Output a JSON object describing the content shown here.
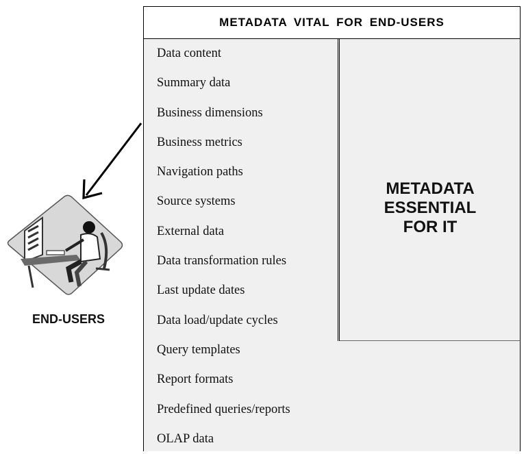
{
  "header": {
    "title": "METADATA VITAL FOR END-USERS"
  },
  "left_items": [
    "Data content",
    "Summary data",
    "Business dimensions",
    "Business metrics",
    "Navigation paths",
    "Source systems",
    "External data",
    "Data transformation rules",
    "Last update dates",
    "Data load/update cycles",
    "Query templates",
    "Report formats",
    "Predefined queries/reports",
    "OLAP data"
  ],
  "it_section": {
    "line1": "METADATA",
    "line2": "ESSENTIAL",
    "line3": "FOR IT"
  },
  "users": {
    "label": "END-USERS",
    "icon": "end-user-workstation-icon",
    "arrow_icon": "arrow-icon"
  }
}
